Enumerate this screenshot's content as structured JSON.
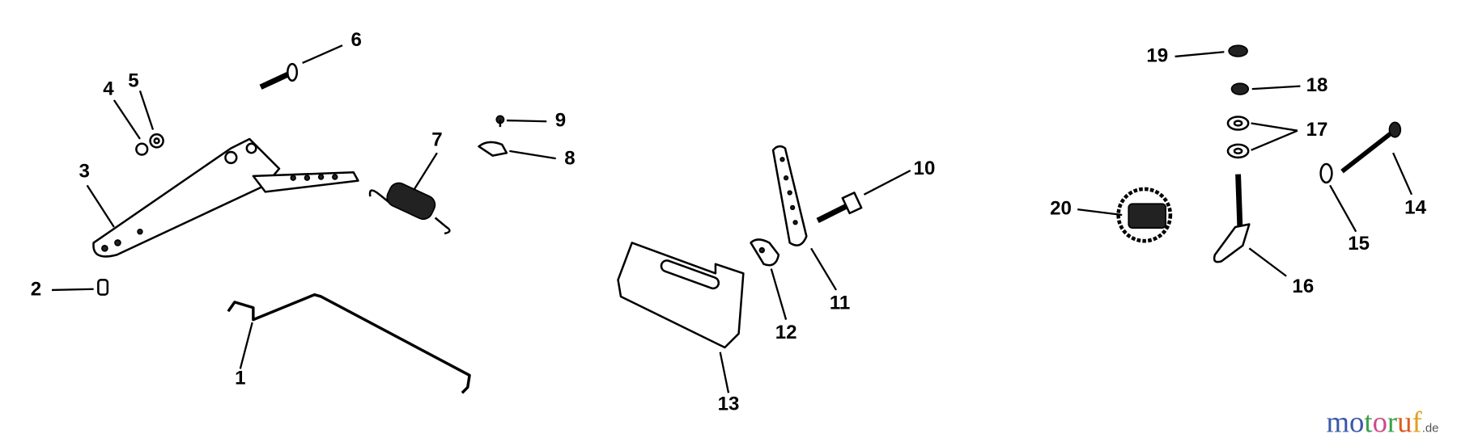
{
  "diagram": {
    "callouts": [
      "1",
      "2",
      "3",
      "4",
      "5",
      "6",
      "7",
      "8",
      "9",
      "10",
      "11",
      "12",
      "13",
      "14",
      "15",
      "16",
      "17",
      "18",
      "19",
      "20"
    ]
  },
  "watermark": {
    "letters": [
      "m",
      "o",
      "t",
      "o",
      "r",
      "u",
      "f"
    ],
    "colors": [
      "#3a58a8",
      "#3a58a8",
      "#3aa04a",
      "#d04a8a",
      "#3aa04a",
      "#e05a20",
      "#e0a020"
    ],
    "suffix": ".de"
  }
}
